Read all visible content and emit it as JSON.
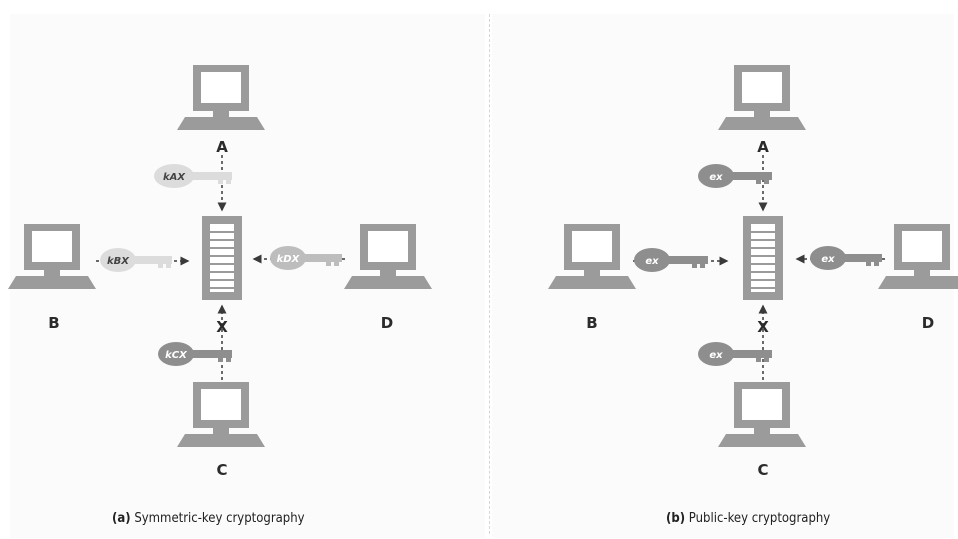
{
  "panel_a": {
    "nodes": {
      "top": "A",
      "left": "B",
      "bottom": "C",
      "right": "D",
      "center": "X"
    },
    "keys": {
      "top": "kAX",
      "left": "kBX",
      "bottom": "kCX",
      "right": "kDX"
    },
    "caption_prefix": "(a)",
    "caption_text": "Symmetric-key cryptography"
  },
  "panel_b": {
    "nodes": {
      "top": "A",
      "left": "B",
      "bottom": "C",
      "right": "D",
      "center": "X"
    },
    "keys": {
      "top": "ex",
      "left": "ex",
      "bottom": "ex",
      "right": "ex"
    },
    "caption_prefix": "(b)",
    "caption_text": "Public-key cryptography"
  },
  "colors": {
    "computer": "#9b9b9b",
    "screen": "#ffffff",
    "key_dark": "#8e8e8e",
    "key_light": "#dcdcdc",
    "arrow": "#3a3a3a"
  }
}
